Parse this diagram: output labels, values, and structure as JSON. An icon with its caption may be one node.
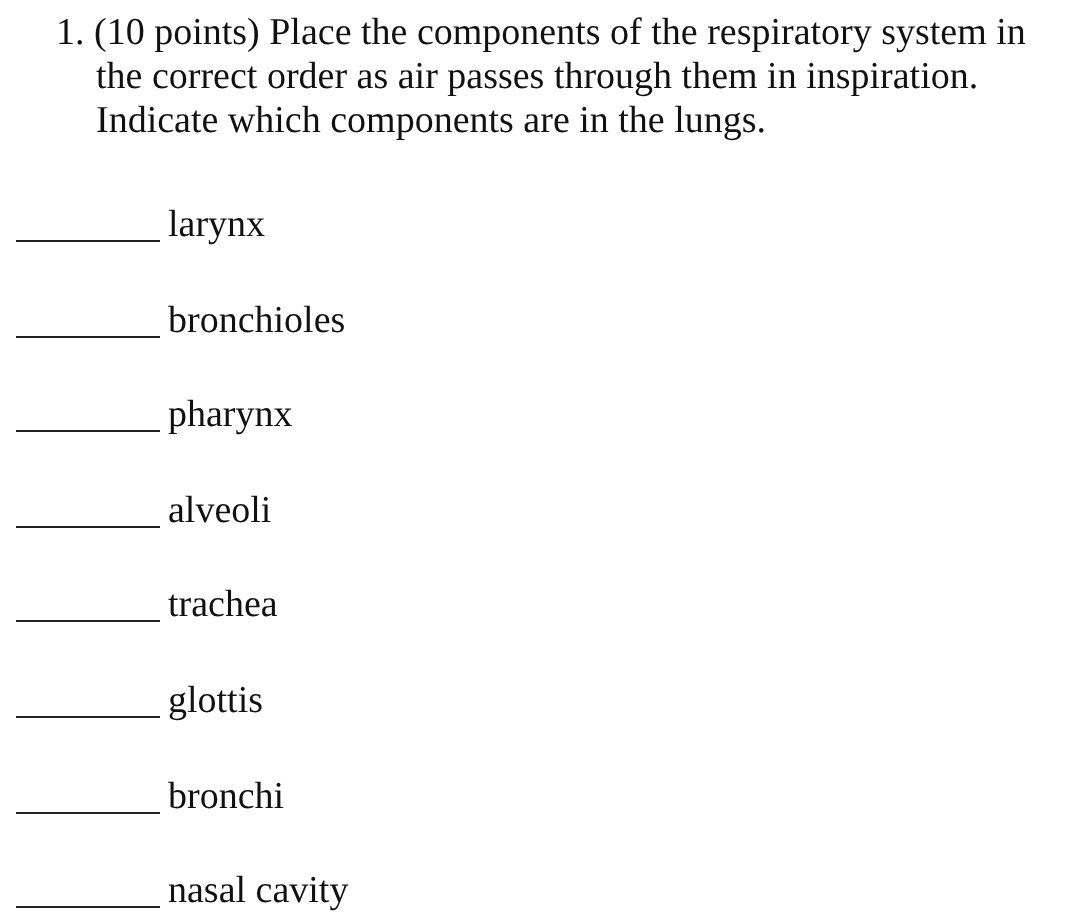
{
  "diagram": {
    "labels": [
      "1. (10 points) Place the components of the respiratory system in the correct order as air passes through them in inspiration. Indicate which components are in the lungs.",
      "larynx",
      "bronchioles",
      "pharynx",
      "alveoli",
      "trachea",
      "glottis",
      "bronchi",
      "nasal cavity"
    ]
  }
}
